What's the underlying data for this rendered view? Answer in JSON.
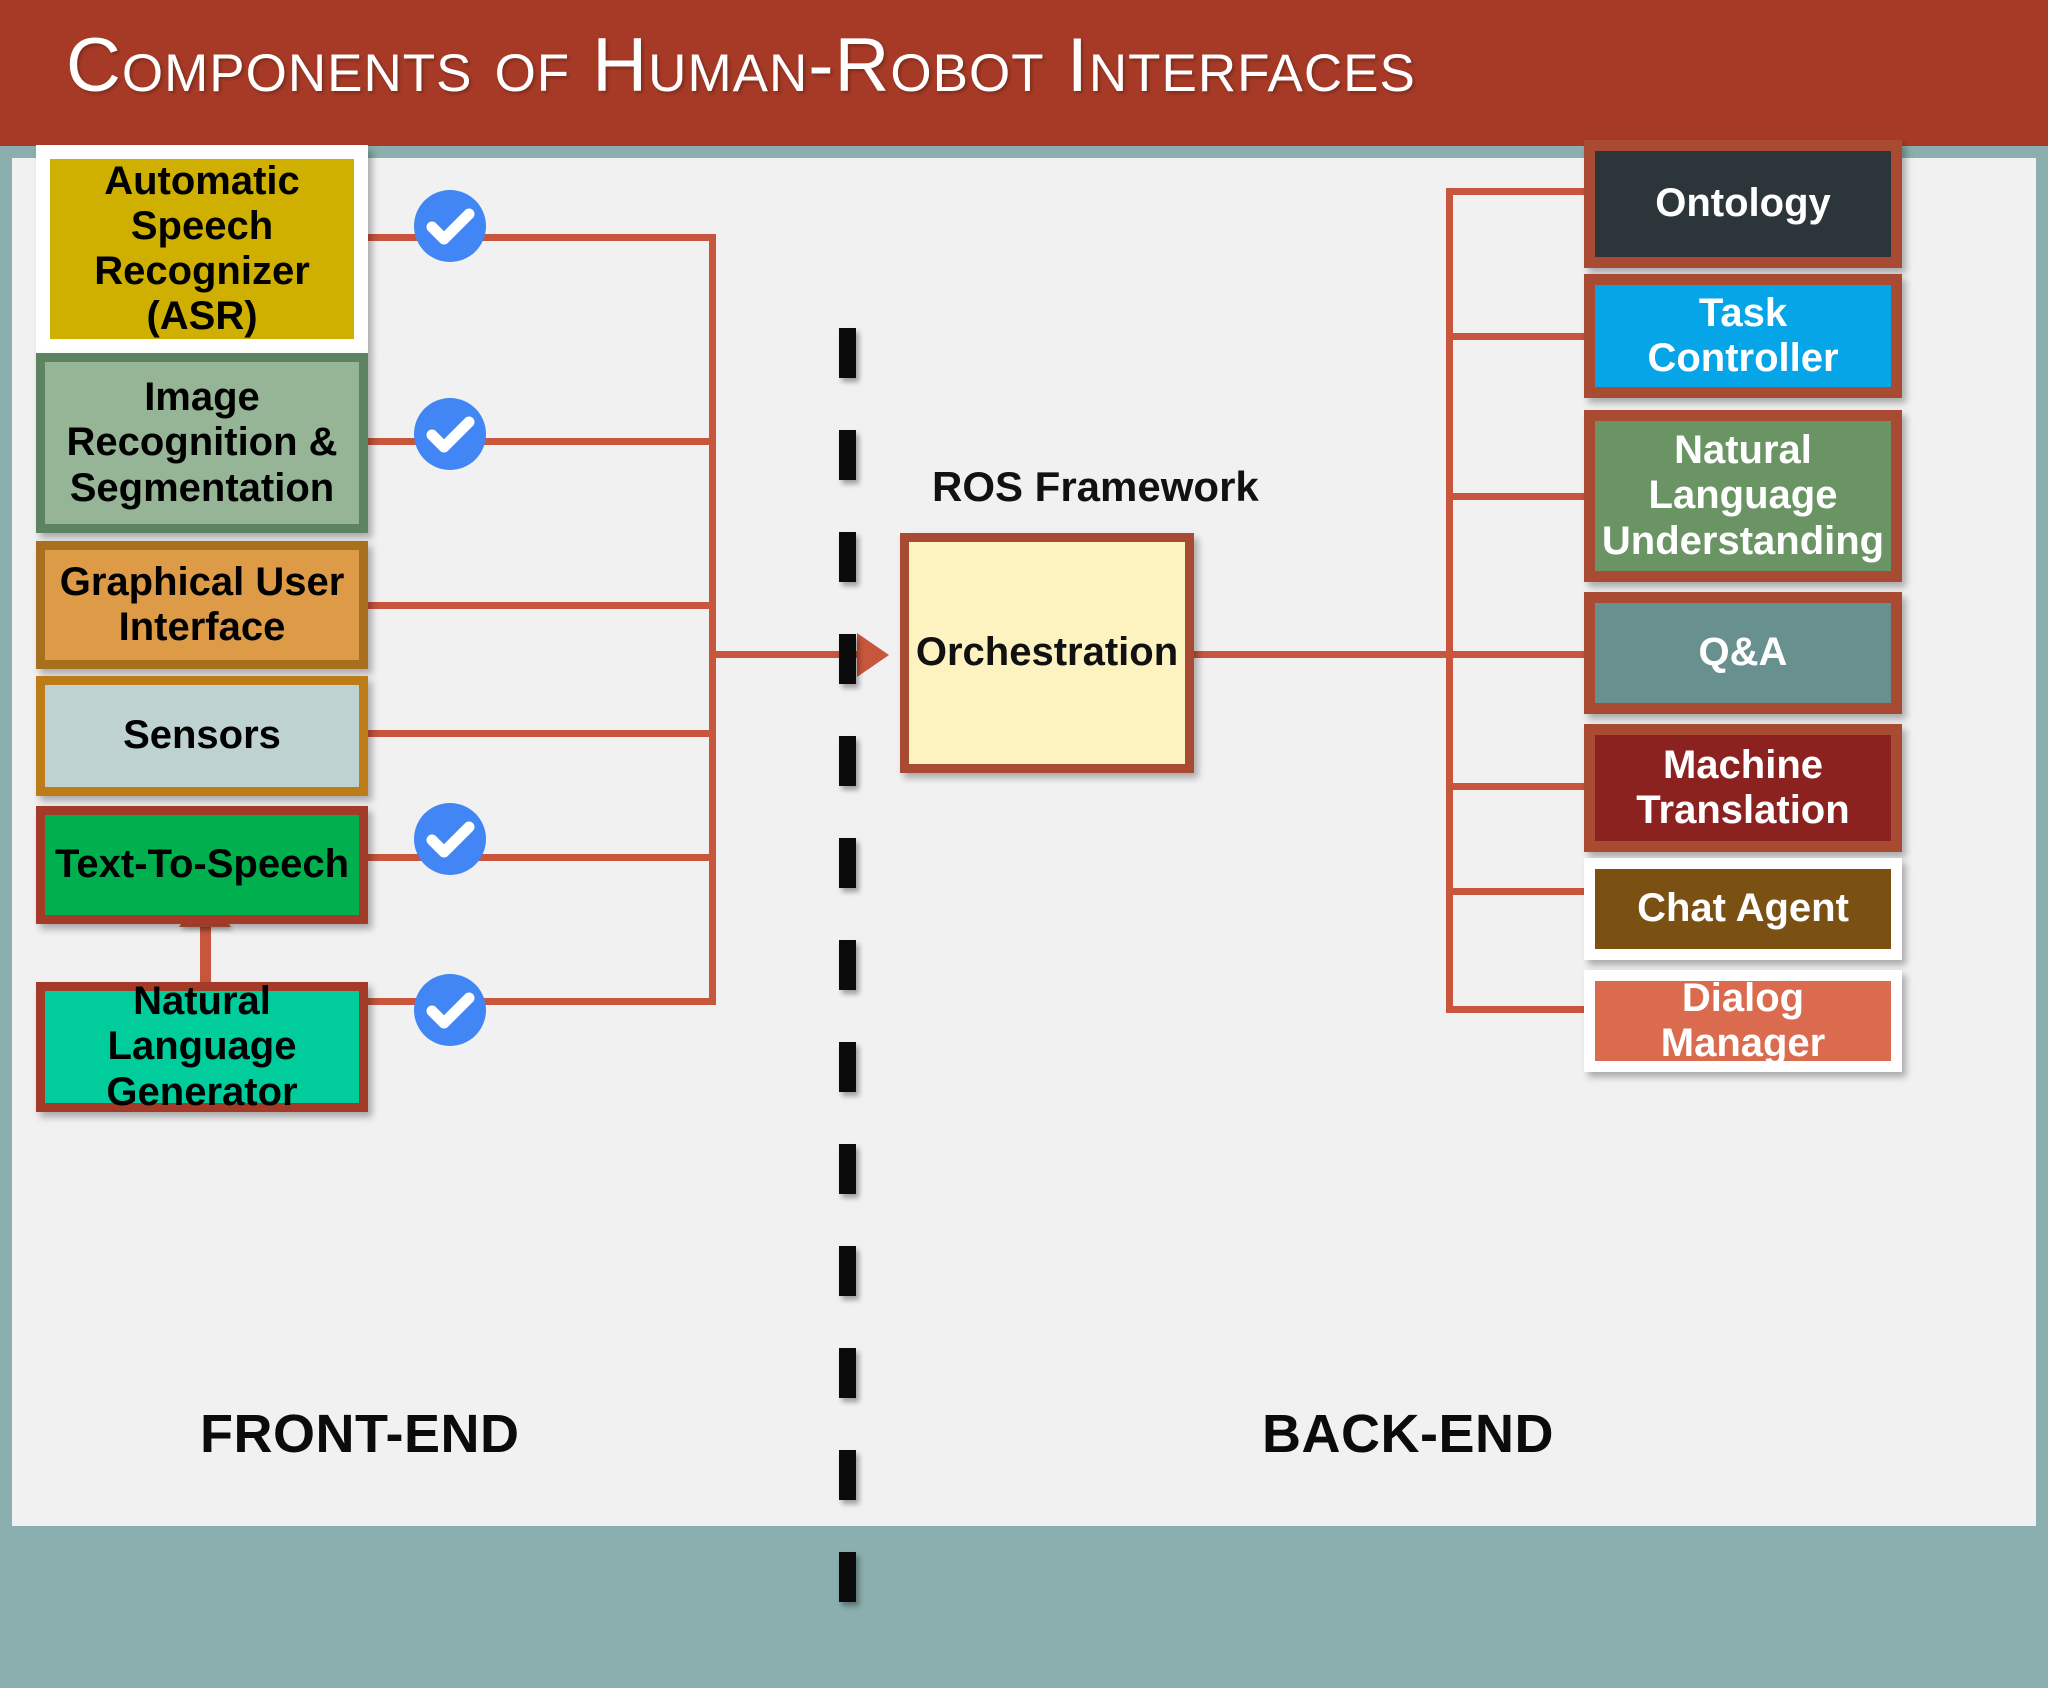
{
  "slide": {
    "title": "Components of Human-Robot Interfaces",
    "header_color": "#A63A26",
    "accent_line_color": "#C8563C",
    "canvas_color": "#F2F1F2",
    "frame_color": "#8AAFAE"
  },
  "captions": {
    "front_end": "FRONT-END",
    "back_end": "BACK-END"
  },
  "center": {
    "framework_label": "ROS Framework",
    "orchestration_label": "Orchestration",
    "orchestration_fill": "#FCF3C0",
    "orchestration_border": "#A84B32"
  },
  "front_end": {
    "nodes": [
      {
        "id": "asr",
        "label": "Automatic Speech Recognizer (ASR)",
        "fill": "#CFB000",
        "border": "#FFFFFF",
        "text_color": "#000000",
        "checked": true
      },
      {
        "id": "image-recognition",
        "label": "Image Recognition & Segmentation",
        "fill": "#96B496",
        "border": "#5E8360",
        "text_color": "#000000",
        "checked": true
      },
      {
        "id": "gui",
        "label": "Graphical User Interface",
        "fill": "#DD9A47",
        "border": "#A8701E",
        "text_color": "#000000",
        "checked": false
      },
      {
        "id": "sensors",
        "label": "Sensors",
        "fill": "#BFD2D2",
        "border": "#BE7C18",
        "text_color": "#000000",
        "checked": false
      },
      {
        "id": "tts",
        "label": "Text-To-Speech",
        "fill": "#00B04F",
        "border": "#A33B28",
        "text_color": "#000000",
        "checked": true
      },
      {
        "id": "nlg",
        "label": "Natural Language Generator",
        "fill": "#00CC9C",
        "border": "#A33B28",
        "text_color": "#000000",
        "checked": true
      }
    ]
  },
  "back_end": {
    "nodes": [
      {
        "id": "ontology",
        "label": "Ontology",
        "fill": "#2C353A",
        "border": "#A84B32",
        "text_color": "#FFFFFF"
      },
      {
        "id": "task-controller",
        "label": "Task Controller",
        "fill": "#06A5E8",
        "border": "#A84B32",
        "text_color": "#FFFFFF"
      },
      {
        "id": "nlu",
        "label": "Natural Language Understanding",
        "fill": "#6B9465",
        "border": "#A84B32",
        "text_color": "#FFFFFF"
      },
      {
        "id": "qna",
        "label": "Q&A",
        "fill": "#67908F",
        "border": "#A84B32",
        "text_color": "#FFFFFF"
      },
      {
        "id": "machine-translation",
        "label": "Machine Translation",
        "fill": "#8C2220",
        "border": "#A84B32",
        "text_color": "#FFFFFF"
      },
      {
        "id": "chat-agent",
        "label": "Chat Agent",
        "fill": "#7A5113",
        "border": "#FFFFFF",
        "text_color": "#FFFFFF"
      },
      {
        "id": "dialog-manager",
        "label": "Dialog Manager",
        "fill": "#DB6B4E",
        "border": "#FFFFFF",
        "text_color": "#FFFFFF"
      }
    ]
  },
  "icons": {
    "check_badge": "check-circle-icon",
    "check_badge_color": "#4285F4"
  }
}
